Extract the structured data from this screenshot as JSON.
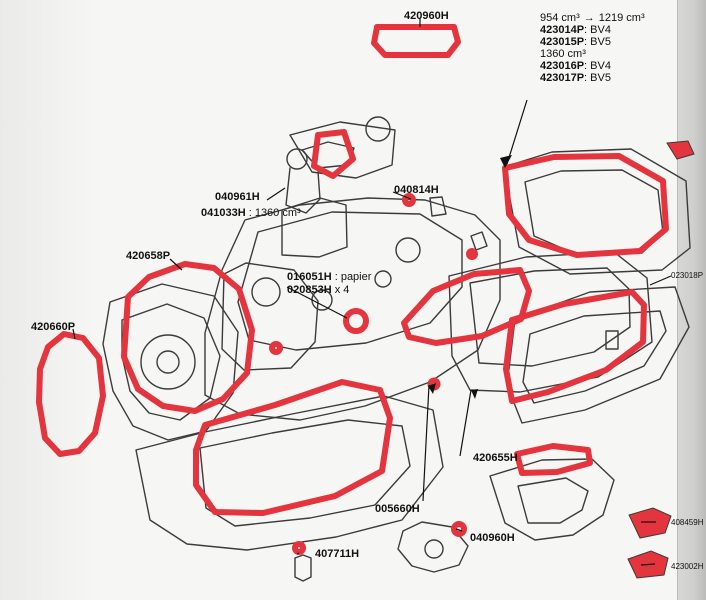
{
  "labels": {
    "l420960H": "420960H",
    "l040961H": "040961H",
    "l041033H_code": "041033H",
    "l041033H_desc": " : 1360 cm³",
    "l040814H": "040814H",
    "l420658P": "420658P",
    "l016051H_code": "016051H",
    "l016051H_desc": " : papier",
    "l020853H_code": "020853H",
    "l020853H_desc": " x 4",
    "l420660P": "420660P",
    "l420655H": "420655H",
    "l005660H": "005660H",
    "l040960H": "040960H",
    "l407711H": "407711H",
    "l023018P": "023018P",
    "l408459H": "408459H",
    "l423002H": "423002H"
  },
  "legend": {
    "row1_left": "954 cm³",
    "row1_arrow": "→",
    "row1_right": "1219 cm³",
    "row2_code": "423014P",
    "row2_desc": " : BV4",
    "row3_code": "423015P",
    "row3_desc": " : BV5",
    "row4": "1360 cm³",
    "row5_code": "423016P",
    "row5_desc": " : BV4",
    "row6_code": "423017P",
    "row6_desc": " : BV5"
  },
  "colors": {
    "gasket": "#e4343d",
    "outline": "#3b3b3b",
    "paper": "#f6f6f4"
  }
}
